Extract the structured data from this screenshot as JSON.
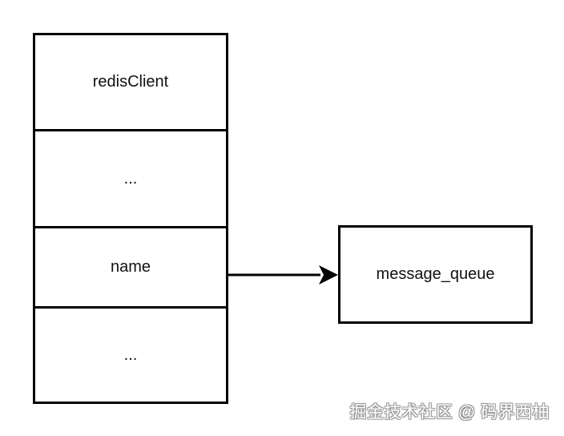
{
  "struct_cells": [
    {
      "label": "redisClient"
    },
    {
      "label": "..."
    },
    {
      "label": "name"
    },
    {
      "label": "..."
    }
  ],
  "target_box": {
    "label": "message_queue"
  },
  "watermark": "掘金技术社区 @ 码界西柚"
}
